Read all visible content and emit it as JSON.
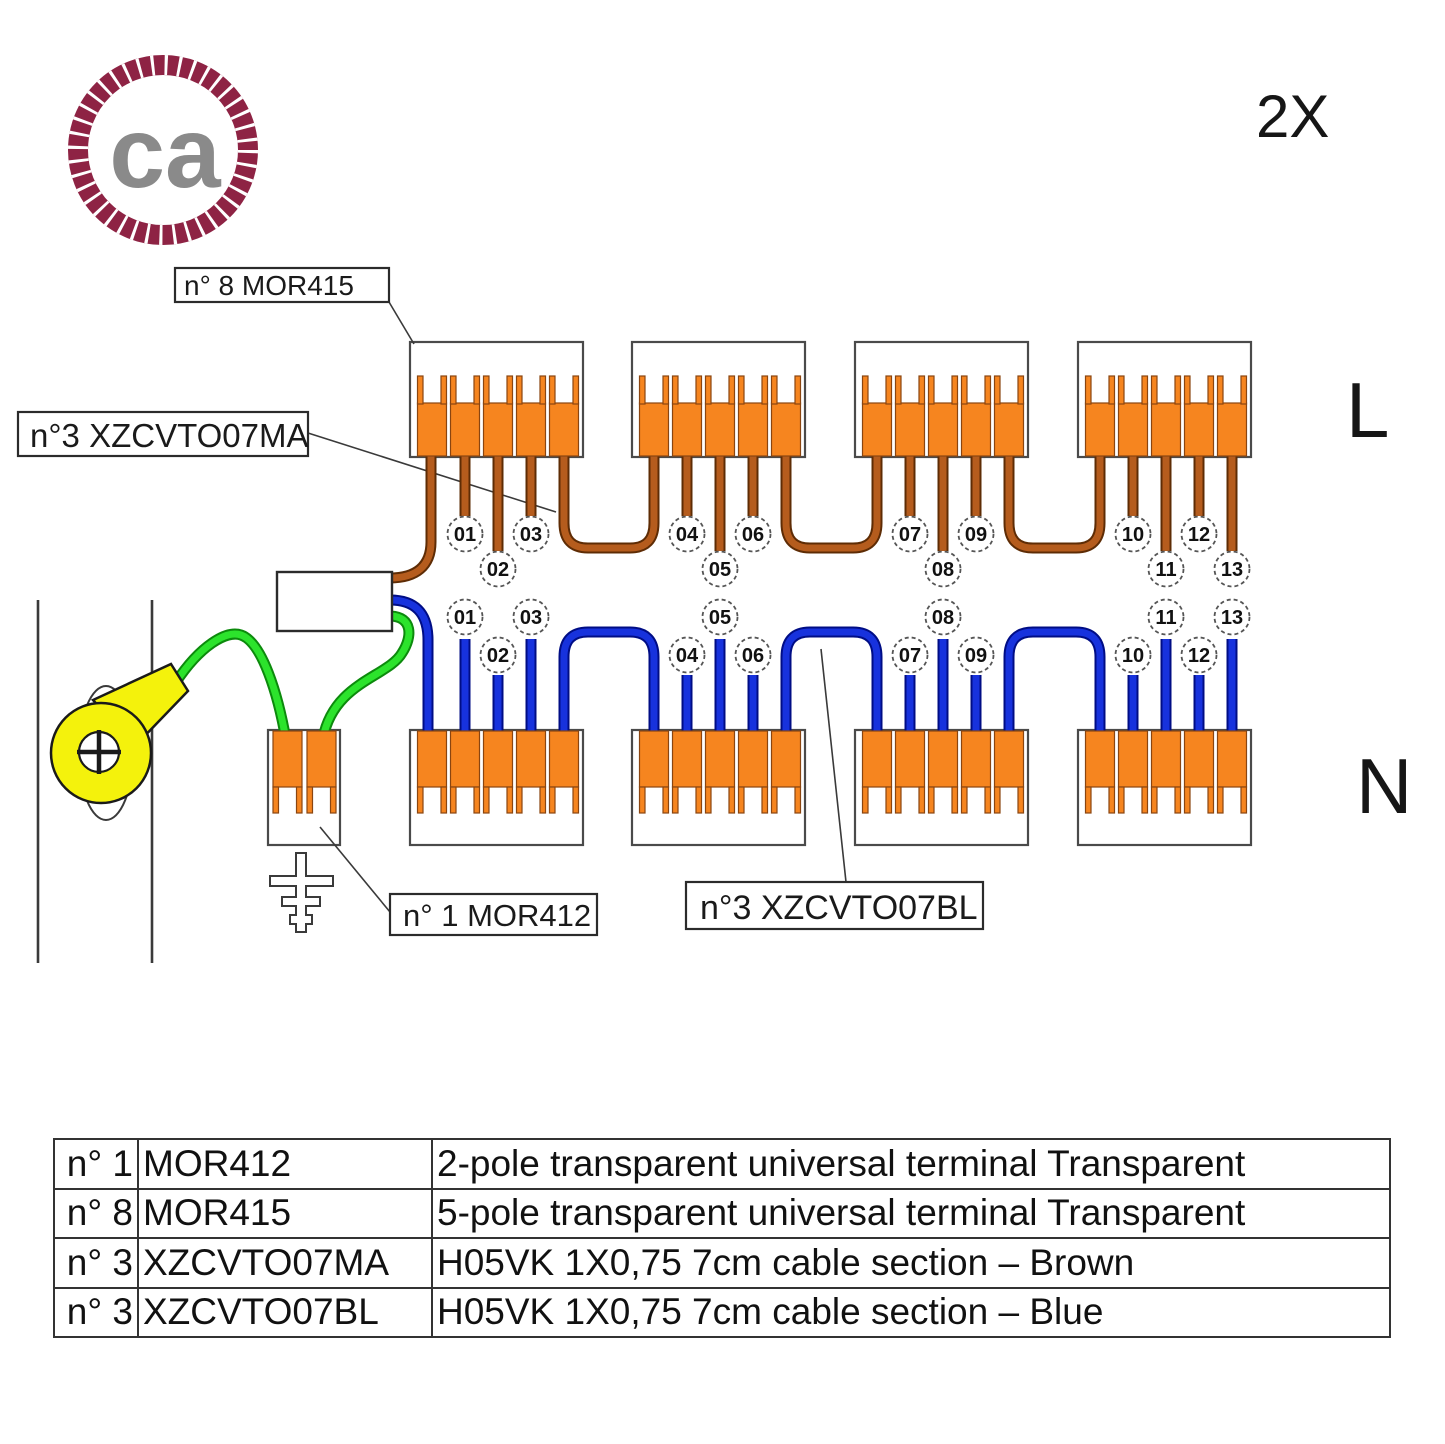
{
  "logo": {
    "text": "ca"
  },
  "header": {
    "quantity_note": "2X"
  },
  "diagram": {
    "row_labels": {
      "line": "L",
      "neutral": "N"
    },
    "callouts": [
      {
        "text": "n° 8 MOR415"
      },
      {
        "text": "n°3 XZCVTO07MA"
      },
      {
        "text": "n° 1 MOR412"
      },
      {
        "text": "n°3 XZCVTO07BL"
      }
    ],
    "wire_numbers_line": [
      "01",
      "02",
      "03",
      "04",
      "05",
      "06",
      "07",
      "08",
      "09",
      "10",
      "11",
      "12",
      "13"
    ],
    "wire_numbers_neutral": [
      "01",
      "02",
      "03",
      "04",
      "05",
      "06",
      "07",
      "08",
      "09",
      "10",
      "11",
      "12",
      "13"
    ],
    "colors": {
      "terminal_orange": "#F6851F",
      "wire_brown": "#b55c1d",
      "wire_blue": "#1732dd",
      "wire_green": "#2ce32c",
      "lug_yellow": "#f4f20c",
      "logo_ring": "#8E2344",
      "logo_text": "#8a8a8a"
    }
  },
  "table": {
    "rows": [
      {
        "qty": "n° 1",
        "sku": "MOR412",
        "desc": "2-pole transparent universal terminal Transparent"
      },
      {
        "qty": "n° 8",
        "sku": "MOR415",
        "desc": "5-pole transparent universal terminal Transparent"
      },
      {
        "qty": "n° 3",
        "sku": "XZCVTO07MA",
        "desc": "H05VK 1X0,75 7cm cable section – Brown"
      },
      {
        "qty": "n° 3",
        "sku": "XZCVTO07BL",
        "desc": "H05VK 1X0,75 7cm cable section – Blue"
      }
    ]
  }
}
